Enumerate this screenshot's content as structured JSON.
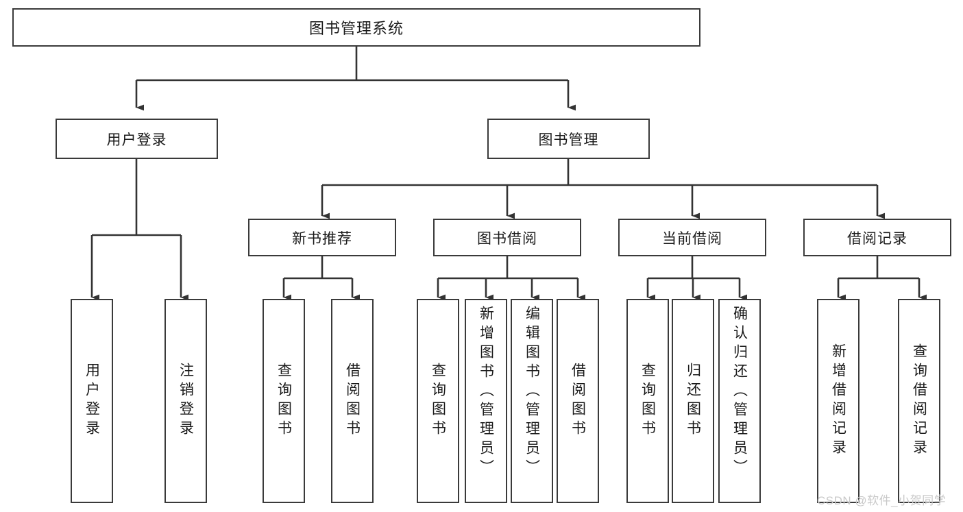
{
  "diagram": {
    "title_root": "图书管理系统",
    "type": "hierarchy-tree",
    "colors": {
      "box_border": "#3a3a3a",
      "box_fill": "#ffffff",
      "line": "#333333",
      "text": "#1a1a1a",
      "watermark": "#c9c9c9",
      "background": "#ffffff"
    },
    "nodes": {
      "root": {
        "label": "图书管理系统"
      },
      "level2": [
        {
          "id": "user-login",
          "label": "用户登录"
        },
        {
          "id": "book-management",
          "label": "图书管理"
        }
      ],
      "level3": [
        {
          "id": "new-book-recommend",
          "label": "新书推荐"
        },
        {
          "id": "book-borrow",
          "label": "图书借阅"
        },
        {
          "id": "current-borrow",
          "label": "当前借阅"
        },
        {
          "id": "borrow-record",
          "label": "借阅记录"
        }
      ],
      "leaves_user_login": [
        {
          "id": "leaf-user-login",
          "label": "用户登录"
        },
        {
          "id": "leaf-logout-login",
          "label": "注销登录"
        }
      ],
      "leaves_new_book_recommend": [
        {
          "id": "leaf-query-book-1",
          "label": "查询图书"
        },
        {
          "id": "leaf-borrow-book-1",
          "label": "借阅图书"
        }
      ],
      "leaves_book_borrow": [
        {
          "id": "leaf-query-book-2",
          "label": "查询图书"
        },
        {
          "id": "leaf-add-book",
          "label": "新增图书（管理员）"
        },
        {
          "id": "leaf-edit-book",
          "label": "编辑图书（管理员）"
        },
        {
          "id": "leaf-borrow-book-2",
          "label": "借阅图书"
        }
      ],
      "leaves_current_borrow": [
        {
          "id": "leaf-query-book-3",
          "label": "查询图书"
        },
        {
          "id": "leaf-return-book",
          "label": "归还图书"
        },
        {
          "id": "leaf-confirm-return",
          "label": "确认归还（管理员）"
        }
      ],
      "leaves_borrow_record": [
        {
          "id": "leaf-add-borrow-record",
          "label": "新增借阅记录"
        },
        {
          "id": "leaf-query-borrow-record",
          "label": "查询借阅记录"
        }
      ]
    },
    "watermark": {
      "text": "CSDN @软件_小贺同学"
    }
  }
}
